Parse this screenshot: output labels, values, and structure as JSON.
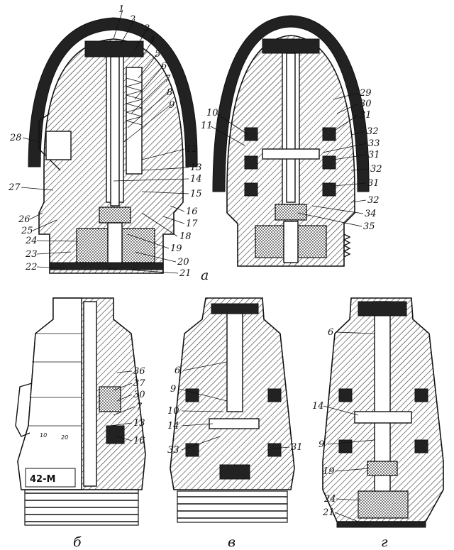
{
  "figure": {
    "panels": [
      {
        "id": "a",
        "caption": "а"
      },
      {
        "id": "b",
        "caption": "б"
      },
      {
        "id": "v",
        "caption": "в"
      },
      {
        "id": "g",
        "caption": "г"
      }
    ],
    "marking": "42-М",
    "scale_marks": [
      "10",
      "20"
    ],
    "callouts_a_left": [
      "1",
      "2",
      "3",
      "4",
      "5",
      "6",
      "7",
      "8",
      "9",
      "12",
      "13",
      "14",
      "15",
      "16",
      "17",
      "18",
      "19",
      "20",
      "21",
      "22",
      "23",
      "24",
      "25",
      "26",
      "27",
      "28"
    ],
    "callouts_a_right": [
      "10",
      "11",
      "29",
      "30",
      "31",
      "32",
      "33",
      "31",
      "32",
      "31",
      "32",
      "34",
      "35"
    ],
    "callouts_b": [
      "36",
      "37",
      "30",
      "7",
      "13",
      "16"
    ],
    "callouts_v": [
      "6",
      "9",
      "10",
      "14",
      "33",
      "31"
    ],
    "callouts_g": [
      "6",
      "14",
      "9",
      "19",
      "24",
      "21"
    ]
  }
}
